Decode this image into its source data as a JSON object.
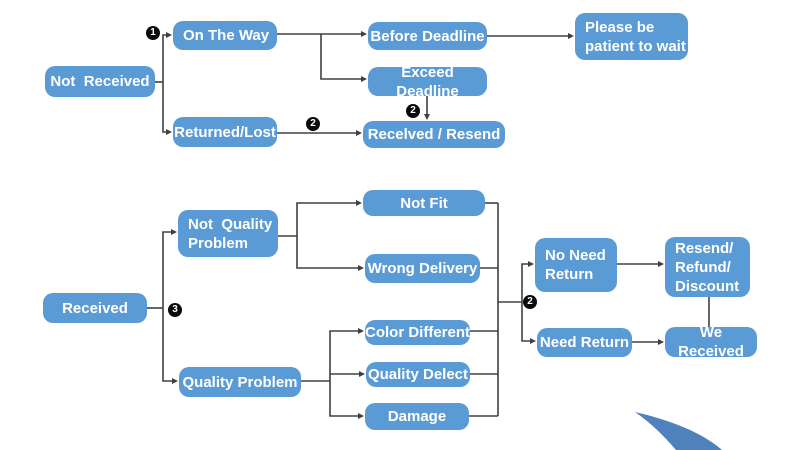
{
  "diagram": {
    "accent_color": "#5b9bd5",
    "line_color": "#404040",
    "swoosh_color": "#4f81bd",
    "nodes": [
      {
        "id": "not-received",
        "label": "Not  Received"
      },
      {
        "id": "on-the-way",
        "label": "On The Way"
      },
      {
        "id": "before-deadline",
        "label": "Before Deadline"
      },
      {
        "id": "please-wait",
        "label": "Please be\npatient to wait"
      },
      {
        "id": "exceed-deadline",
        "label": "Exceed Deadline"
      },
      {
        "id": "returned-lost",
        "label": "Returned/Lost"
      },
      {
        "id": "received-resend",
        "label": "Recelved / Resend"
      },
      {
        "id": "received",
        "label": "Received"
      },
      {
        "id": "not-quality-problem",
        "label": "Not  Quality\nProblem"
      },
      {
        "id": "not-fit",
        "label": "Not Fit"
      },
      {
        "id": "wrong-delivery",
        "label": "Wrong Delivery"
      },
      {
        "id": "quality-problem",
        "label": "Quality Problem"
      },
      {
        "id": "color-different",
        "label": "Color Different"
      },
      {
        "id": "quality-delect",
        "label": "Quality Delect"
      },
      {
        "id": "damage",
        "label": "Damage"
      },
      {
        "id": "no-need-return",
        "label": "No Need\nReturn"
      },
      {
        "id": "resend-refund-discount",
        "label": "Resend/\nRefund/\nDiscount"
      },
      {
        "id": "need-return",
        "label": "Need Return"
      },
      {
        "id": "we-received",
        "label": "We Received"
      }
    ],
    "badges": [
      {
        "id": "step-1",
        "digit": "1"
      },
      {
        "id": "step-2-returned-lost",
        "digit": "2"
      },
      {
        "id": "step-2-exceed",
        "digit": "2"
      },
      {
        "id": "step-3",
        "digit": "3"
      },
      {
        "id": "step-2-return-branch",
        "digit": "2"
      }
    ]
  }
}
